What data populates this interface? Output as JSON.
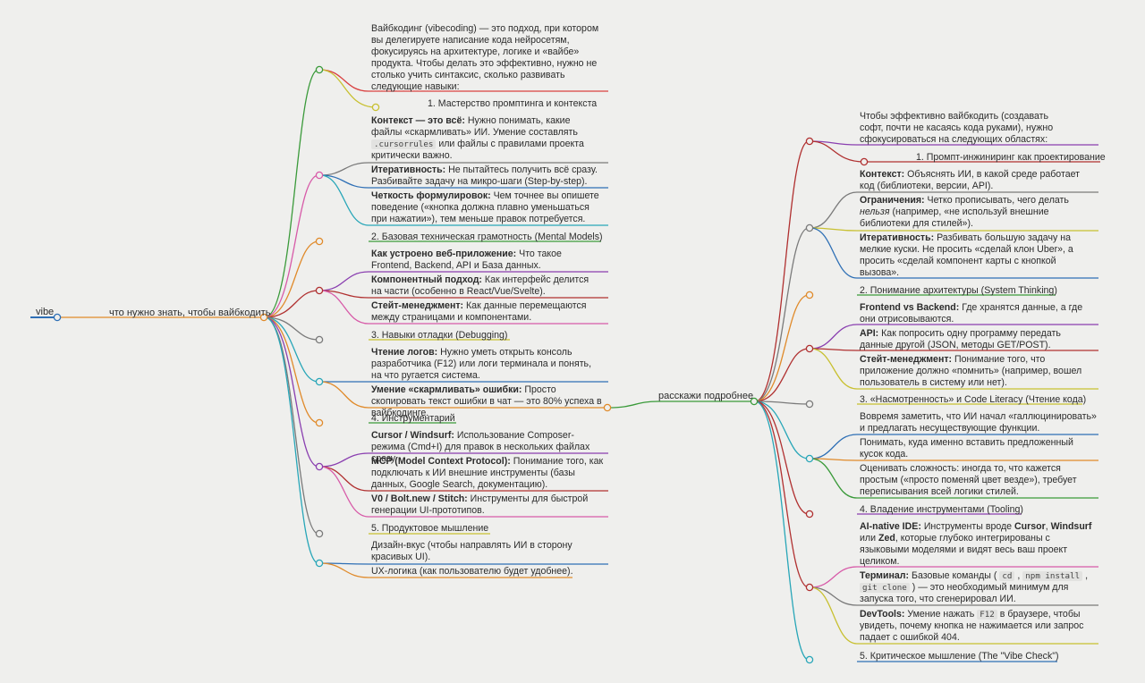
{
  "root": "vibe",
  "branch1": {
    "label": "что нужно знать, чтобы вайбкодить",
    "intro": "Вайбкодинг (vibecoding) — это подход, при котором вы делегируете написание кода нейросетям, фокусируясь на архитектуре, логике и «вайбе» продукта. Чтобы делать это эффективно, нужно не столько учить синтаксис, сколько развивать следующие навыки:",
    "s1": "1. Мастерство промптинга и контекста",
    "s1a_b": "Контекст — это всё:",
    "s1a_t1": " Нужно понимать, какие файлы «скармливать» ИИ. Умение составлять ",
    "s1a_code": ".cursorrules",
    "s1a_t2": " или файлы с правилами проекта критически важно.",
    "s1b_b": "Итеративность:",
    "s1b_t": " Не пытайтесь получить всё сразу. Разбивайте задачу на микро-шаги (Step-by-step).",
    "s1c_b": "Четкость формулировок:",
    "s1c_t": " Чем точнее вы опишете поведение («кнопка должна плавно уменьшаться при нажатии»), тем меньше правок потребуется.",
    "s2": "2. Базовая техническая грамотность (Mental Models)",
    "s2a_b": "Как устроено веб-приложение:",
    "s2a_t": " Что такое Frontend, Backend, API и База данных.",
    "s2b_b": "Компонентный подход:",
    "s2b_t": " Как интерфейс делится на части (особенно в React/Vue/Svelte).",
    "s2c_b": "Стейт-менеджмент:",
    "s2c_t": " Как данные перемещаются между страницами и компонентами.",
    "s3": "3. Навыки отладки (Debugging)",
    "s3a_b": "Чтение логов:",
    "s3a_t": " Нужно уметь открыть консоль разработчика (F12) или логи терминала и понять, на что ругается система.",
    "s3b_b": "Умение «скармливать» ошибки:",
    "s3b_t": " Просто скопировать текст ошибки в чат — это 80% успеха в вайбкодинге.",
    "s4": "4. Инструментарий",
    "s4a_b": "Cursor / Windsurf:",
    "s4a_t": " Использование Composer-режима (Cmd+I) для правок в нескольких файлах сразу.",
    "s4b_b": "MCP (Model Context Protocol):",
    "s4b_t": " Понимание того, как подключать к ИИ внешние инструменты (базы данных, Google Search, документацию).",
    "s4c_b": "V0 / Bolt.new / Stitch:",
    "s4c_t": " Инструменты для быстрой генерации UI-прототипов.",
    "s5": "5. Продуктовое мышление",
    "s5a": "Дизайн-вкус (чтобы направлять ИИ в сторону красивых UI).",
    "s5b": "UX-логика (как пользователю будет удобнее)."
  },
  "branch2": {
    "label": "расскажи подробнее",
    "intro": "Чтобы эффективно вайбкодить (создавать софт, почти не касаясь кода руками), нужно сфокусироваться на следующих областях:",
    "p1": "1. Промпт-инжиниринг как проектирование",
    "p1a_b": "Контекст:",
    "p1a_t": " Объяснять ИИ, в какой среде работает код (библиотеки, версии, API).",
    "p1b_b": "Ограничения:",
    "p1b_t1": " Четко прописывать, чего делать ",
    "p1b_i": "нельзя",
    "p1b_t2": " (например, «не используй внешние библиотеки для стилей»).",
    "p1c_b": "Итеративность:",
    "p1c_t": " Разбивать большую задачу на мелкие куски. Не просить «сделай клон Uber», а просить «сделай компонент карты с кнопкой вызова».",
    "p2": "2. Понимание архитектуры (System Thinking)",
    "p2a_b": "Frontend vs Backend:",
    "p2a_t": " Где хранятся данные, а где они отрисовываются.",
    "p2b_b": "API:",
    "p2b_t": " Как попросить одну программу передать данные другой (JSON, методы GET/POST).",
    "p2c_b": "Стейт-менеджмент:",
    "p2c_t": " Понимание того, что приложение должно «помнить» (например, вошел пользователь в систему или нет).",
    "p3": "3. «Насмотренность» и Code Literacy (Чтение кода)",
    "p3a": "Вовремя заметить, что ИИ начал «галлюцинировать» и предлагать несуществующие функции.",
    "p3b": "Понимать, куда именно вставить предложенный кусок кода.",
    "p3c": "Оценивать сложность: иногда то, что кажется простым («просто поменяй цвет везде»), требует переписывания всей логики стилей.",
    "p4": "4. Владение инструментами (Tooling)",
    "p4a_b1": "AI-native IDE:",
    "p4a_t1": " Инструменты вроде ",
    "p4a_b2": "Cursor",
    "p4a_t2": ", ",
    "p4a_b3": "Windsurf",
    "p4a_t3": " или ",
    "p4a_b4": "Zed",
    "p4a_t4": ", которые глубоко интегрированы с языковыми моделями и видят весь ваш проект целиком.",
    "p4b_b": "Терминал:",
    "p4b_t1": " Базовые команды ( ",
    "p4b_c1": "cd",
    "p4b_t2": " , ",
    "p4b_c2": "npm install",
    "p4b_t3": " , ",
    "p4b_c3": "git clone",
    "p4b_t4": " ) — это необходимый минимум для запуска того, что сгенерировал ИИ.",
    "p4c_b": "DevTools:",
    "p4c_t1": " Умение нажать ",
    "p4c_c": "F12",
    "p4c_t2": " в браузере, чтобы увидеть, почему кнопка не нажимается или запрос падает с ошибкой 404.",
    "p5": "5. Критическое мышление (The \"Vibe Check\")"
  }
}
